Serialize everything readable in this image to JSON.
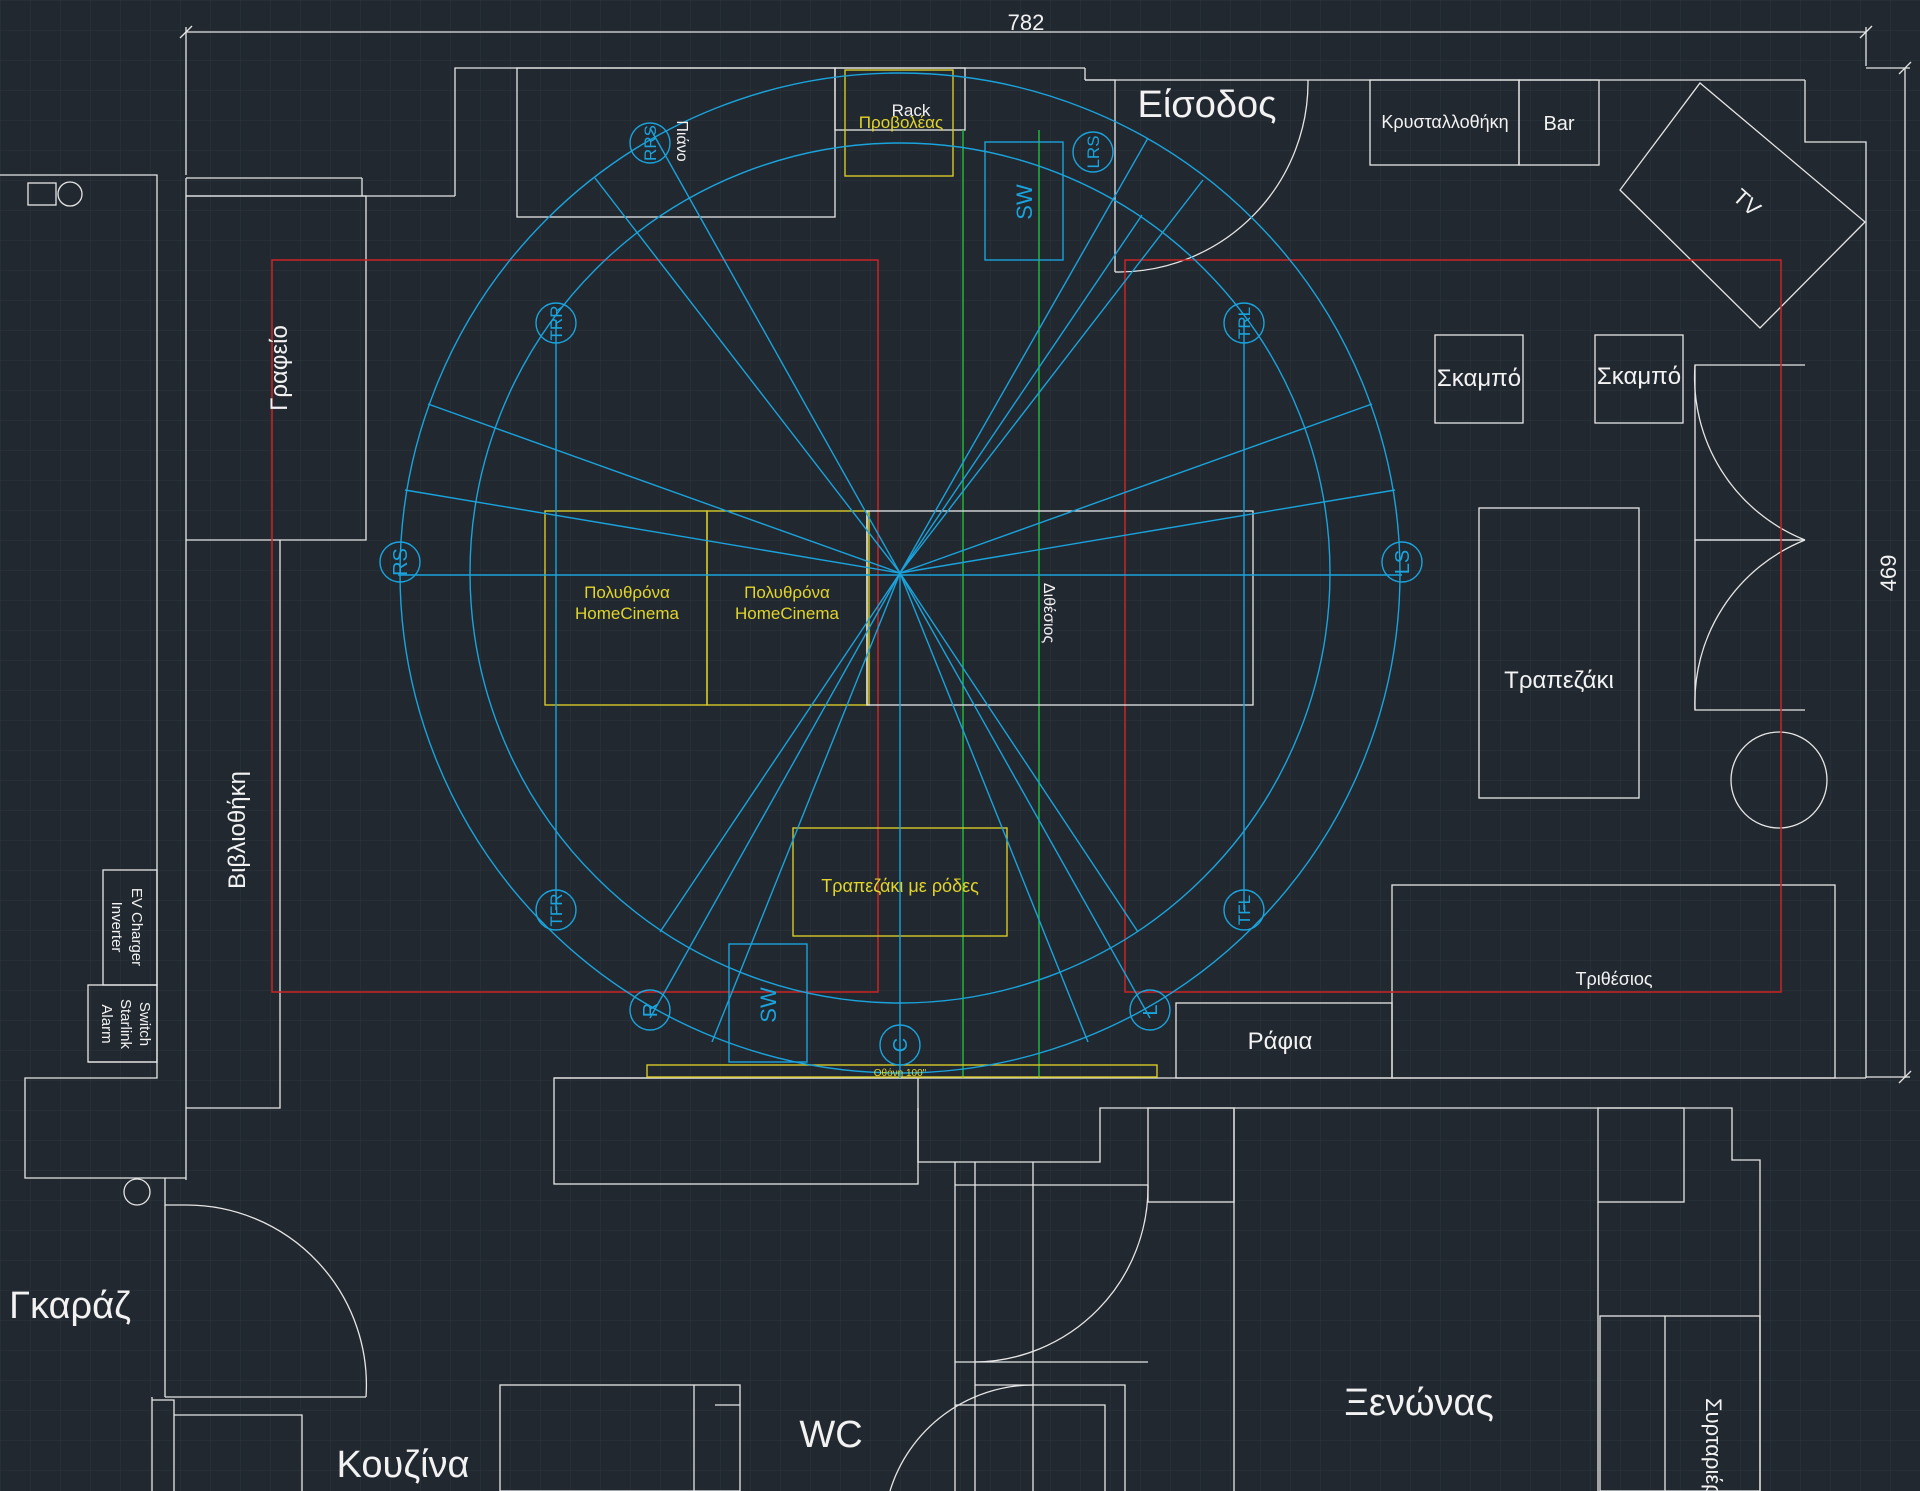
{
  "dimensions": {
    "width": "782",
    "height": "469"
  },
  "rooms": {
    "entrance": "Είσοδος",
    "office": "Γραφείο",
    "library": "Βιβλιοθήκη",
    "garage": "Γκαράζ",
    "kitchen": "Κουζίνα",
    "wc": "WC",
    "guest_room": "Ξενώνας",
    "wardrobe": "Συρταριέρα"
  },
  "furniture": {
    "piano": "Πιάνο",
    "rack": "Rack",
    "projector": "Προβολέας",
    "crystal_cabinet": "Κρυσταλλοθήκη",
    "bar": "Bar",
    "tv": "TV",
    "stool_1": "Σκαμπό",
    "stool_2": "Σκαμπό",
    "side_table": "Τραπεζάκι",
    "armchair_1_line1": "Πολυθρόνα",
    "armchair_1_line2": "HomeCinema",
    "armchair_2_line1": "Πολυθρόνα",
    "armchair_2_line2": "HomeCinema",
    "sofa_two": "Διθέσιος",
    "wheeled_table": "Τραπεζάκι με ρόδες",
    "sofa_three": "Τριθέσιος",
    "shelves": "Ράφια",
    "screen": "Οθόνη 100\"",
    "ev_line1": "EV Charger",
    "ev_line2": "Inverter",
    "switch_line1": "Switch",
    "switch_line2": "Starlink",
    "switch_line3": "Alarm"
  },
  "speakers": {
    "rrs": "RRS",
    "lrs": "LRS",
    "trr": "TRR",
    "trl": "TRL",
    "rs": "RS",
    "ls": "LS",
    "tfr": "TFR",
    "tfl": "TFL",
    "r": "R",
    "c": "C",
    "l": "L",
    "sw_top": "SW",
    "sw_bottom": "SW"
  },
  "colors": {
    "background": "#212830",
    "walls": "#e6e6e6",
    "speaker_layout": "#1aa3dc",
    "home_cinema_items": "#d6c925",
    "seating_zones": "#cc2222",
    "reference_lines": "#22b53a"
  }
}
